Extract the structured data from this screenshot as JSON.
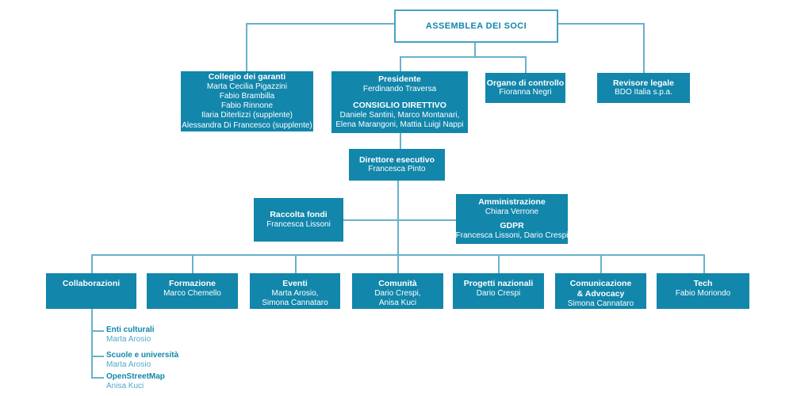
{
  "colors": {
    "box_bg": "#1286AB",
    "line": "#68B1CD",
    "root_border": "#44A3C4",
    "accent_text": "#1286AB",
    "sub_name": "#51A8C8"
  },
  "chart": {
    "root": {
      "title": "ASSEMBLEA DEI SOCI"
    },
    "governance": {
      "collegio": {
        "title": "Collegio dei garanti",
        "members": [
          "Marta Cecilia Pigazzini",
          "Fabio Brambilla",
          "Fabio Rinnone",
          "Ilaria Diterlizzi (supplente)",
          "Alessandra Di Francesco (supplente)"
        ]
      },
      "presidente": {
        "title": "Presidente",
        "name": "Ferdinando Traversa",
        "subtitle": "CONSIGLIO DIRETTIVO",
        "members": [
          "Daniele Santini, Marco Montanari,",
          "Elena Marangoni, Mattia Luigi Nappi"
        ]
      },
      "organo": {
        "title": "Organo di controllo",
        "name": "Fioranna Negri"
      },
      "revisore": {
        "title": "Revisore legale",
        "name": "BDO Italia s.p.a."
      }
    },
    "direttore": {
      "title": "Direttore esecutivo",
      "name": "Francesca Pinto"
    },
    "staff": {
      "raccolta": {
        "title": "Raccolta fondi",
        "name": "Francesca Lissoni"
      },
      "amministrazione": {
        "title": "Amministrazione",
        "name": "Chiara Verrone",
        "subtitle": "GDPR",
        "members": [
          "Francesca Lissoni, Dario Crespi"
        ]
      }
    },
    "areas": {
      "collaborazioni": {
        "title": "Collaborazioni"
      },
      "formazione": {
        "title": "Formazione",
        "name": "Marco Chemello"
      },
      "eventi": {
        "title": "Eventi",
        "members": [
          "Marta Arosio,",
          "Simona Cannataro"
        ]
      },
      "comunita": {
        "title": "Comunità",
        "members": [
          "Dario Crespi,",
          "Anisa Kuci"
        ]
      },
      "progetti": {
        "title": "Progetti nazionali",
        "name": "Dario Crespi"
      },
      "comunicazione": {
        "title": "Comunicazione",
        "title2": "& Advocacy",
        "name": "Simona Cannataro"
      },
      "tech": {
        "title": "Tech",
        "name": "Fabio Moriondo"
      }
    },
    "collaborazioni_sub": [
      {
        "title": "Enti culturali",
        "name": "Marta Arosio"
      },
      {
        "title": "Scuole e università",
        "name": "Marta Arosio"
      },
      {
        "title": "OpenStreetMap",
        "name": "Anisa Kuci"
      }
    ]
  }
}
